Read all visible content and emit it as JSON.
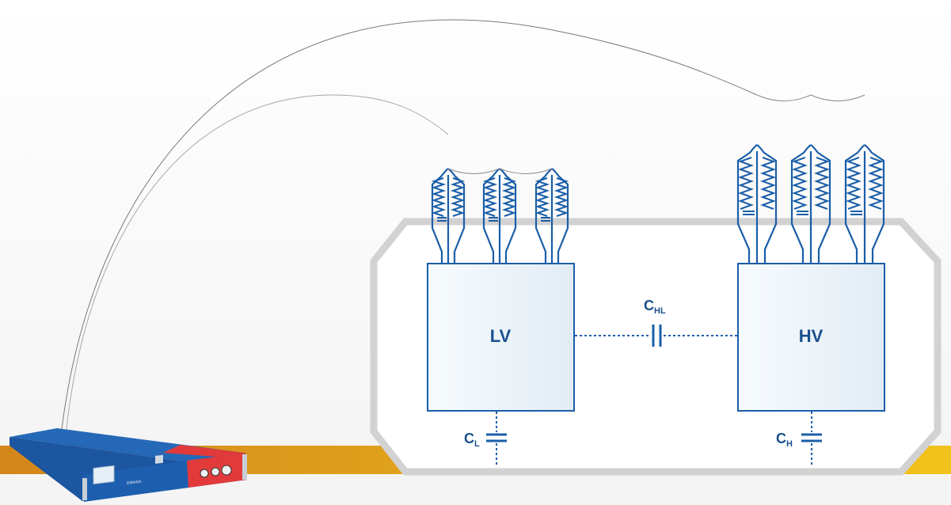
{
  "windings": {
    "lv_label": "LV",
    "hv_label": "HV"
  },
  "capacitances": {
    "c_hl_main": "C",
    "c_hl_sub": "HL",
    "c_l_main": "C",
    "c_l_sub": "L",
    "c_h_main": "C",
    "c_h_sub": "H"
  },
  "device": {
    "brand_label": "DIRANA"
  },
  "colors": {
    "line_blue": "#1a5ea8",
    "label_blue": "#1a4f8f",
    "tank_gray": "#d2d2d2",
    "ground_orange": "#d99a1a",
    "ground_yellow": "#f0c21a",
    "device_blue": "#1d5fae",
    "device_red": "#e23a3a"
  }
}
